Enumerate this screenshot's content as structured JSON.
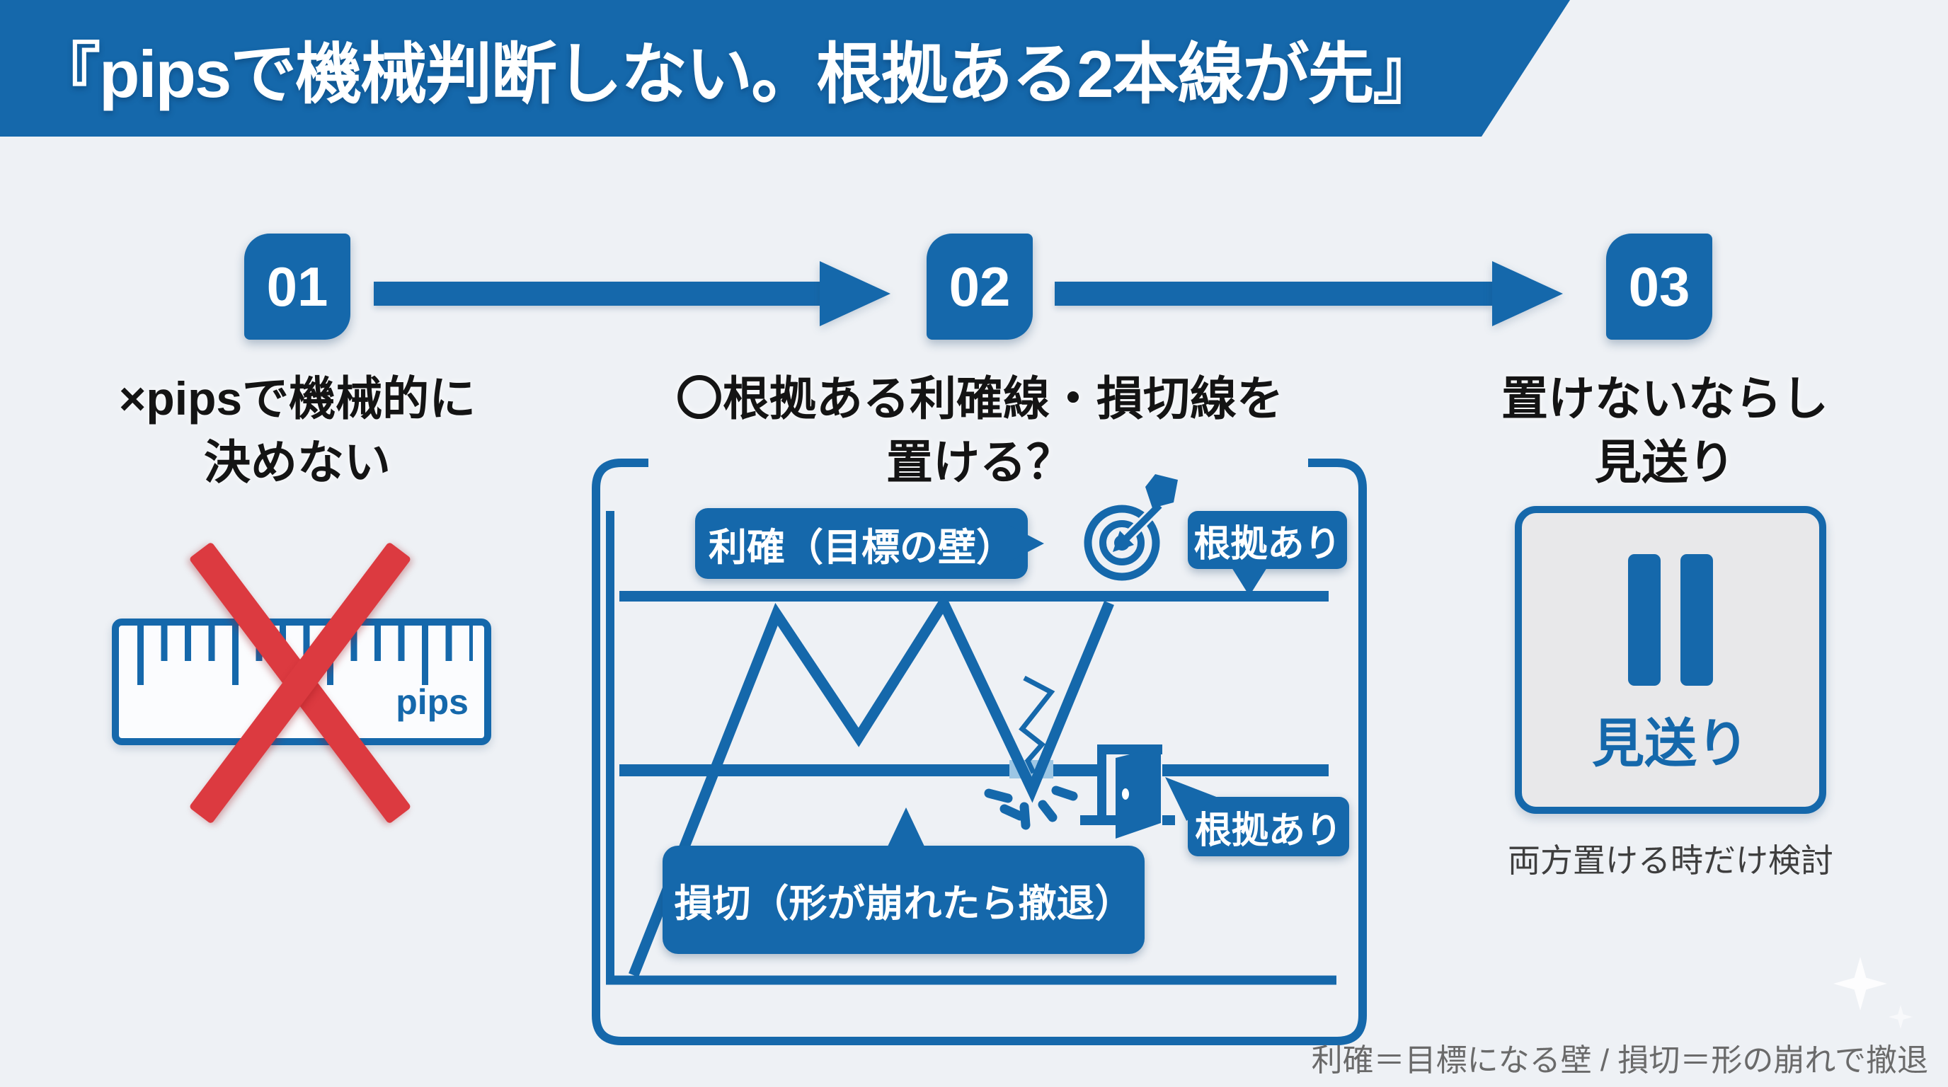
{
  "banner": {
    "title": "『pipsで機械判断しない。根拠ある2本線が先』"
  },
  "steps": [
    {
      "number": "01",
      "heading_lines": [
        "×pipsで機械的に",
        "決めない"
      ]
    },
    {
      "number": "02",
      "heading_lines": [
        "〇根拠ある利確線・損切線を",
        "置ける？"
      ]
    },
    {
      "number": "03",
      "heading_lines": [
        "置けないならし",
        "見送り"
      ]
    }
  ],
  "ruler": {
    "unit_label": "pips"
  },
  "diagram": {
    "take_profit_label": "利確（目標の壁）",
    "stop_loss_label": "損切（形が崩れたら撤退）",
    "evidence_badge_top": "根拠あり",
    "evidence_badge_bottom": "根拠あり"
  },
  "decision_card": {
    "pause_label": "見送り",
    "caption": "両方置ける時だけ検討"
  },
  "footnote": "利確＝目標になる壁 / 損切＝形の崩れで撤退",
  "icons": {
    "target": "target-dart-icon",
    "door": "exit-door-icon",
    "pause": "pause-icon",
    "burst": "impact-burst-icon",
    "crack": "lightning-crack-icon",
    "cross": "red-cross-icon",
    "ruler": "ruler-icon",
    "sparkle": "sparkle-icon"
  },
  "colors": {
    "primary_blue": "#1568ab",
    "cross_red": "#dc3a40",
    "background": "#eef1f5",
    "card_gray": "#e8e8ea",
    "heading_black": "#141414",
    "footnote_gray": "#6a6a6a"
  }
}
